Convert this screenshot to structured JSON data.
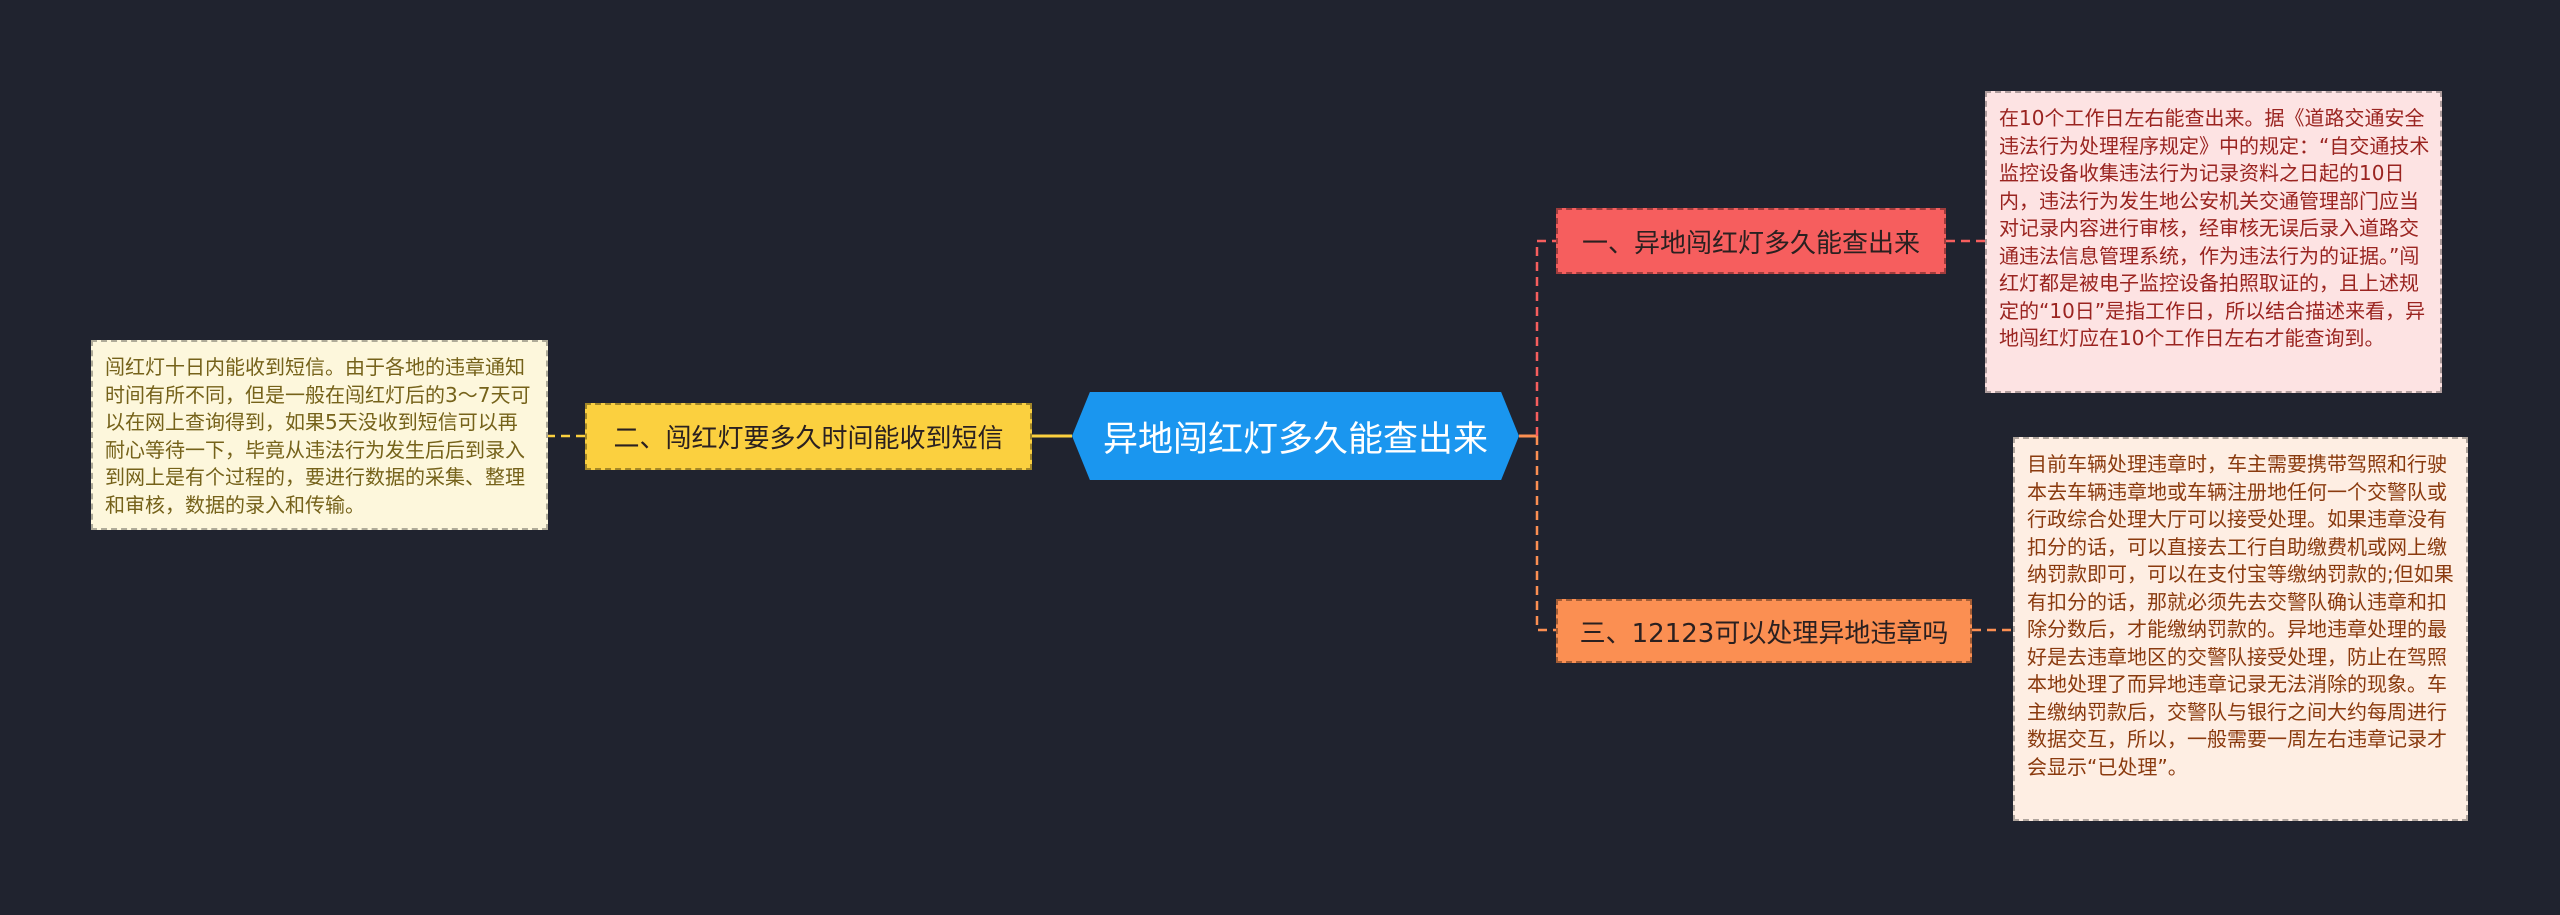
{
  "center": {
    "title": "异地闯红灯多久能查出来"
  },
  "branches": [
    {
      "label": "一、异地闯红灯多久能查出来",
      "color": "#f65e5e",
      "note": "在10个工作日左右能查出来。据《道路交通安全违法行为处理程序规定》中的规定：“自交通技术监控设备收集违法行为记录资料之日起的10日内，违法行为发生地公安机关交通管理部门应当对记录内容进行审核，经审核无误后录入道路交通违法信息管理系统，作为违法行为的证据。”闯红灯都是被电子监控设备拍照取证的，且上述规定的“10日”是指工作日，所以结合描述来看，异地闯红灯应在10个工作日左右才能查询到。"
    },
    {
      "label": "二、闯红灯要多久时间能收到短信",
      "color": "#fbd03f",
      "note": "闯红灯十日内能收到短信。由于各地的违章通知时间有所不同，但是一般在闯红灯后的3～7天可以在网上查询得到，如果5天没收到短信可以再耐心等待一下，毕竟从违法行为发生后后到录入到网上是有个过程的，要进行数据的采集、整理和审核，数据的录入和传输。"
    },
    {
      "label": "三、12123可以处理异地违章吗",
      "color": "#fb8f52",
      "note": "目前车辆处理违章时，车主需要携带驾照和行驶本去车辆违章地或车辆注册地任何一个交警队或行政综合处理大厅可以接受处理。如果违章没有扣分的话，可以直接去工行自助缴费机或网上缴纳罚款即可，可以在支付宝等缴纳罚款的;但如果有扣分的话，那就必须先去交警队确认违章和扣除分数后，才能缴纳罚款的。异地违章处理的最好是去违章地区的交警队接受处理，防止在驾照本地处理了而异地违章记录无法消除的现象。车主缴纳罚款后，交警队与银行之间大约每周进行数据交互，所以，一般需要一周左右违章记录才会显示“已处理”。"
    }
  ]
}
